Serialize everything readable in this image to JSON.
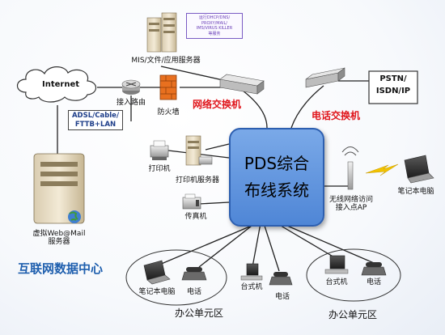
{
  "core": {
    "line1": "PDS综合",
    "line2": "布线系统"
  },
  "internet": "Internet",
  "router": "接入路由",
  "firewall": "防火墙",
  "access_box": {
    "line1": "ADSL/Cable/",
    "line2": "FTTB+LAN"
  },
  "servers": {
    "label": "MIS/文件/应用服务器",
    "note": [
      "运行DHCP/DNS/",
      "PROXY/MAIL/",
      "IMS/VIRUS KILLER",
      "等服务"
    ]
  },
  "network_switch": "网络交换机",
  "phone_switch": "电话交换机",
  "pstn_box": {
    "line1": "PSTN/",
    "line2": "ISDN/IP"
  },
  "datacenter": {
    "server_line1": "虚拟Web@Mail",
    "server_line2": "服务器",
    "title": "互联网数据中心"
  },
  "printer": "打印机",
  "print_server": "打印机服务器",
  "fax": "传真机",
  "wireless_ap": {
    "line1": "无线网络访问",
    "line2": "接入点AP"
  },
  "laptop_right": "笔记本电脑",
  "office_left": {
    "laptop": "笔记本电脑",
    "phone": "电话",
    "title": "办公单元区"
  },
  "middle": {
    "desktop": "台式机",
    "phone": "电话"
  },
  "office_right": {
    "desktop": "台式机",
    "phone": "电话",
    "title": "办公单元区"
  }
}
